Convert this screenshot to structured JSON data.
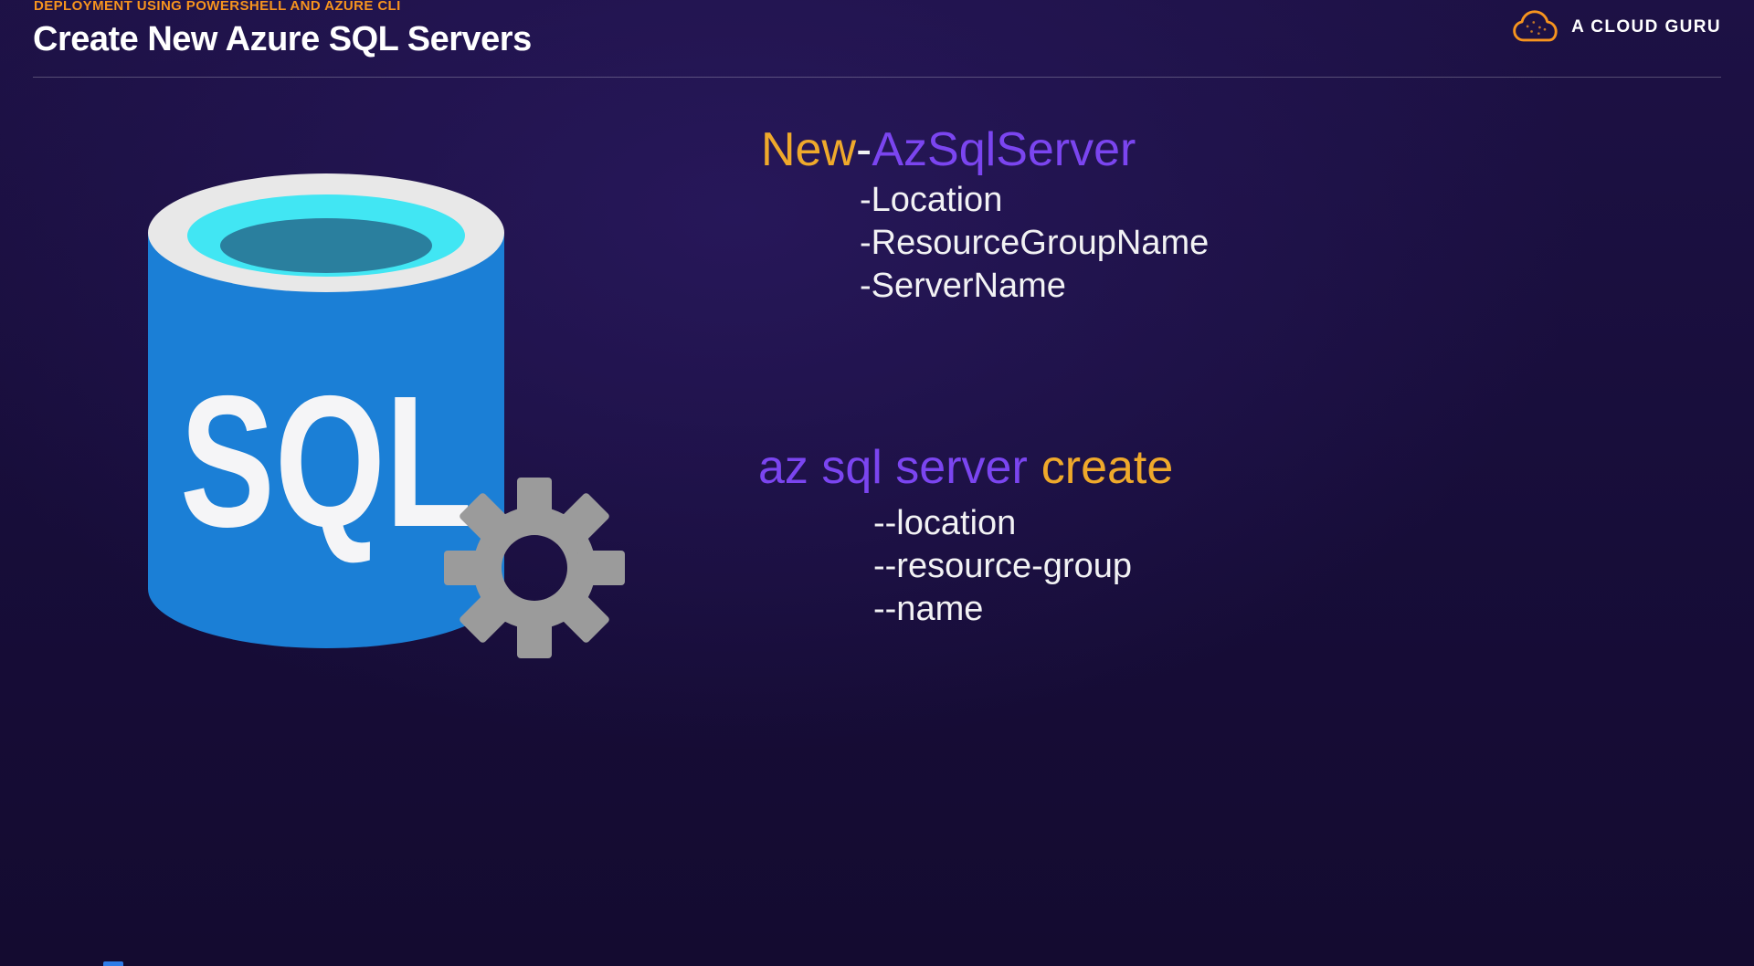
{
  "slide": {
    "eyebrow": "DEPLOYMENT USING POWERSHELL AND AZURE CLI",
    "title": "Create New Azure SQL Servers"
  },
  "logo": {
    "label": "A CLOUD GURU"
  },
  "icon": {
    "sql_label": "SQL"
  },
  "colors": {
    "accent_orange": "#F7941E",
    "command_gold": "#EFA92B",
    "command_purple": "#7B45F0",
    "text_white": "#F2F2F4",
    "sql_body_blue": "#1B7FD6",
    "sql_rim_silver": "#E8E8E8",
    "sql_water_cyan": "#41E6F3",
    "sql_water_deep_teal": "#2A7F9E",
    "gear_gray": "#9B9B9B",
    "background_dark": "#170D39"
  },
  "powershell_command": {
    "part_gold": "New",
    "separator": "-",
    "part_purple": "AzSqlServer",
    "params": [
      "-Location",
      "-ResourceGroupName",
      "-ServerName"
    ]
  },
  "cli_command": {
    "part_purple": "az sql server",
    "part_gold": "create",
    "params": [
      "--location",
      "--resource-group",
      "--name"
    ]
  }
}
